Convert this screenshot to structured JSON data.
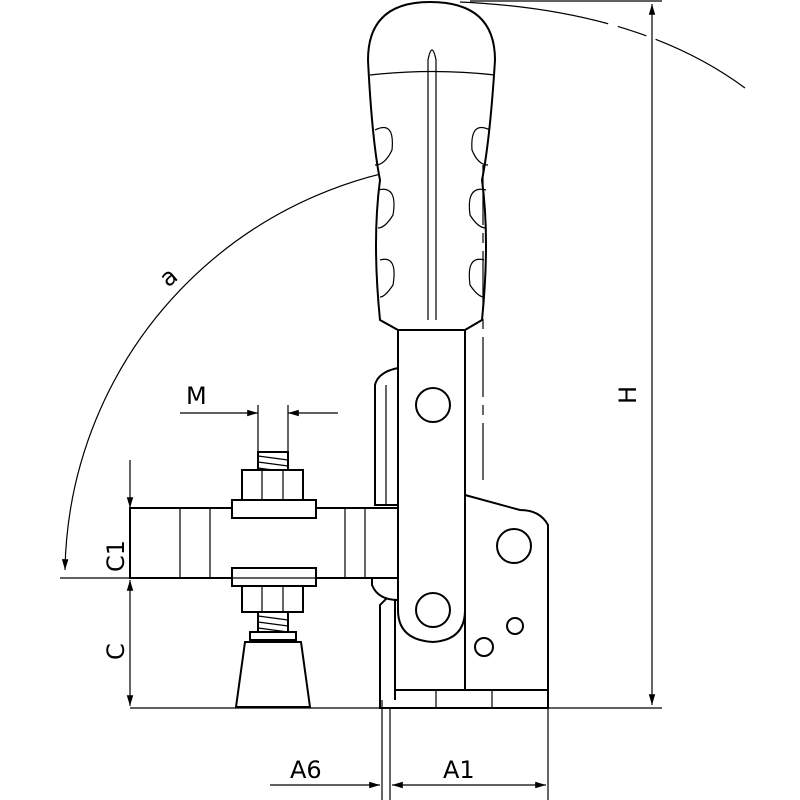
{
  "title": "Vertical toggle clamp dimension drawing",
  "labels": {
    "angle": "a",
    "thread": "M",
    "height": "H",
    "c1": "C1",
    "c": "C",
    "a6": "A6",
    "a1": "A1"
  },
  "colors": {
    "line": "#000000",
    "background": "#ffffff"
  }
}
